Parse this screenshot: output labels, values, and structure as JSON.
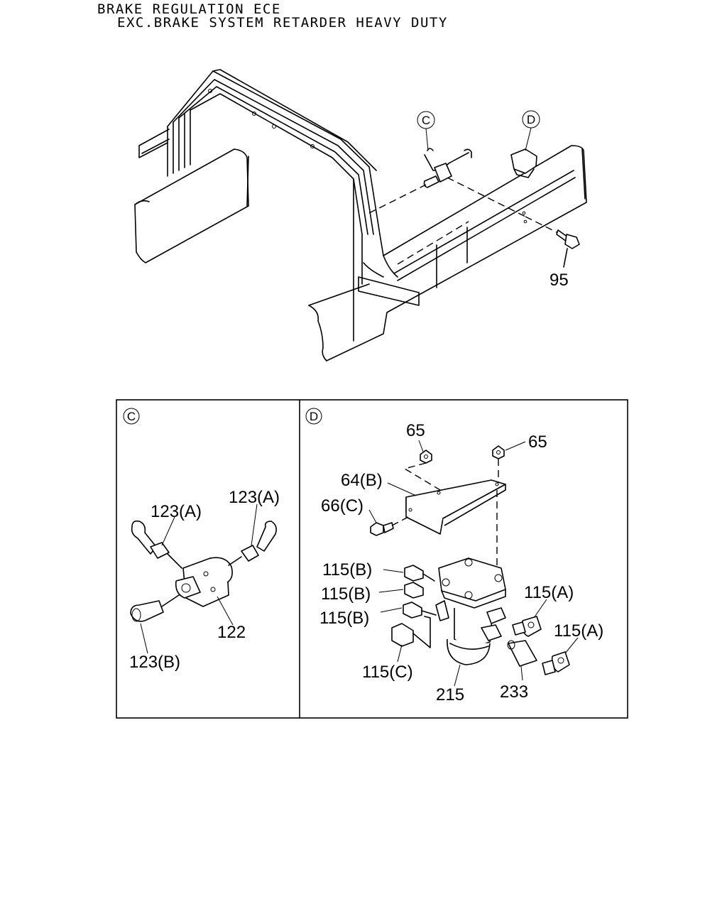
{
  "header": {
    "title_line1": "BRAKE REGULATION ECE",
    "title_line2": "EXC.BRAKE SYSTEM RETARDER HEAVY DUTY"
  },
  "overview": {
    "callout_c": "C",
    "callout_d": "D",
    "part_95": "95"
  },
  "detail_c": {
    "marker": "C",
    "labels": {
      "p123a_left": "123(A)",
      "p123a_right": "123(A)",
      "p123b": "123(B)",
      "p122": "122"
    }
  },
  "detail_d": {
    "marker": "D",
    "labels": {
      "p65_left": "65",
      "p65_right": "65",
      "p64b": "64(B)",
      "p66c": "66(C)",
      "p115b_1": "115(B)",
      "p115b_2": "115(B)",
      "p115b_3": "115(B)",
      "p115c": "115(C)",
      "p115a_1": "115(A)",
      "p115a_2": "115(A)",
      "p215": "215",
      "p233": "233"
    }
  }
}
